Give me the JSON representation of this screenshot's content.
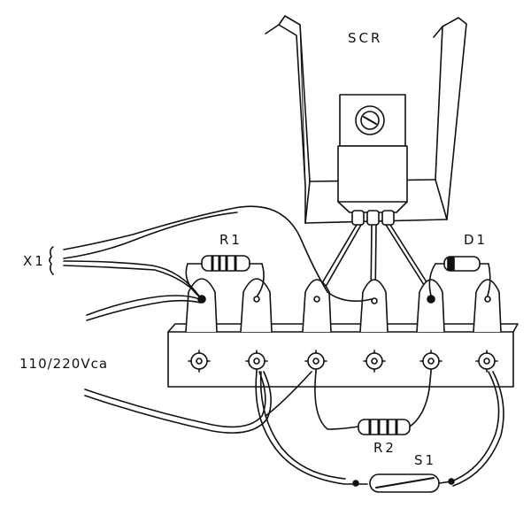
{
  "labels": {
    "scr": "SCR",
    "r1": "R1",
    "d1": "D1",
    "x1": "X1",
    "mains": "110/220Vca",
    "r2": "R2",
    "s1": "S1"
  },
  "colors": {
    "ink": "#111111",
    "paper": "#ffffff"
  }
}
